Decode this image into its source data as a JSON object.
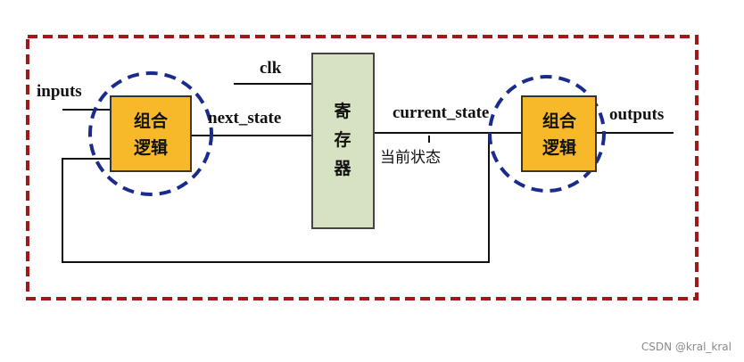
{
  "labels": {
    "inputs": "inputs",
    "clk": "clk",
    "next_state": "next_state",
    "current_state": "current_state",
    "outputs": "outputs",
    "current_state_cn": "当前状态"
  },
  "blocks": {
    "comb_logic_left": [
      "组合",
      "逻辑"
    ],
    "register": [
      "寄",
      "存",
      "器"
    ],
    "comb_logic_right": [
      "组合",
      "逻辑"
    ]
  },
  "colors": {
    "frame": "#a01818",
    "circle": "#1a2b8c",
    "logic_fill": "#f7b82a",
    "logic_stroke": "#333333",
    "register_fill": "#d6e2c2",
    "register_stroke": "#444444",
    "wire": "#111111"
  },
  "watermark": "CSDN @kral_kral"
}
